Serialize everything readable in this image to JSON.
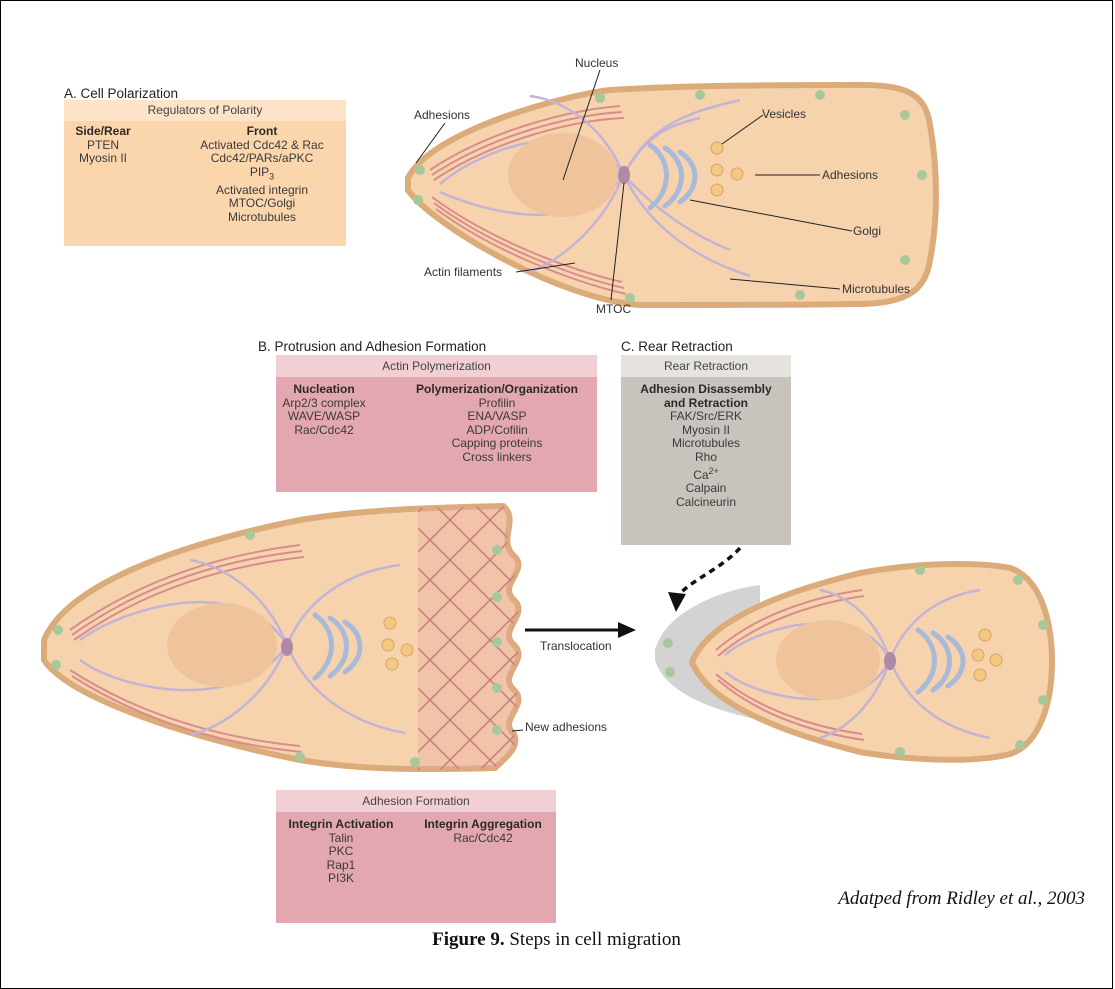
{
  "colors": {
    "cell_fill": "#f6d3ad",
    "cell_edge": "#dcab7a",
    "nucleus": "#f0c49a",
    "adhesion_dot": "#a7c89a",
    "actin": "#d98c8c",
    "microtubule": "#c3b4d6",
    "golgi": "#a9b9d8",
    "mtoc": "#b088a8",
    "vesicle": "#f3c884",
    "panel_orange": "#fbd6ad",
    "panel_orange_head": "#fde3c8",
    "panel_pink": "#e3a7b1",
    "panel_pink_head": "#f2cfd5",
    "panel_gray": "#c9c3bd",
    "panel_gray_head": "#e6e2de",
    "mesh": "#c9807f",
    "retract_gray": "#d3d3d3"
  },
  "section_a": {
    "title": "A. Cell Polarization",
    "panel_header": "Regulators of Polarity",
    "col1_head": "Side/Rear",
    "col1_items": [
      "PTEN",
      "Myosin II"
    ],
    "col2_head": "Front",
    "col2_items": [
      "Activated Cdc42 & Rac",
      "Cdc42/PARs/aPKC"
    ],
    "pip_base": "PIP",
    "pip_sub": "3",
    "col2_items_more": [
      "Activated integrin",
      "MTOC/Golgi",
      "Microtubules"
    ]
  },
  "cell_labels": {
    "nucleus": "Nucleus",
    "adhesions_left": "Adhesions",
    "vesicles": "Vesicles",
    "adhesions_right": "Adhesions",
    "golgi": "Golgi",
    "actin_filaments": "Actin filaments",
    "mtoc": "MTOC",
    "microtubules": "Microtubules"
  },
  "section_b": {
    "title": "B. Protrusion and Adhesion Formation",
    "panel_header": "Actin Polymerization",
    "col1_head": "Nucleation",
    "col1_items": [
      "Arp2/3 complex",
      "WAVE/WASP",
      "Rac/Cdc42"
    ],
    "col2_head": "Polymerization/Organization",
    "col2_items": [
      "Profilin",
      "ENA/VASP",
      "ADP/Cofilin",
      "Capping proteins",
      "Cross linkers"
    ],
    "new_adhesions": "New adhesions",
    "translocation": "Translocation"
  },
  "section_c": {
    "title": "C. Rear Retraction",
    "panel_header": "Rear Retraction",
    "head_line1": "Adhesion Disassembly",
    "head_line2": "and Retraction",
    "items": [
      "FAK/Src/ERK",
      "Myosin II",
      "Microtubules",
      "Rho"
    ],
    "ca_base": "Ca",
    "ca_sup": "2+",
    "items_more": [
      "Calpain",
      "Calcineurin"
    ]
  },
  "adhesion_panel": {
    "header": "Adhesion Formation",
    "col1_head": "Integrin Activation",
    "col1_items": [
      "Talin",
      "PKC",
      "Rap1",
      "PI3K"
    ],
    "col2_head": "Integrin Aggregation",
    "col2_items": [
      "Rac/Cdc42"
    ]
  },
  "credit": "Adatped from Ridley et al., 2003",
  "caption": {
    "bold": "Figure 9.",
    "text": " Steps in cell migration"
  }
}
